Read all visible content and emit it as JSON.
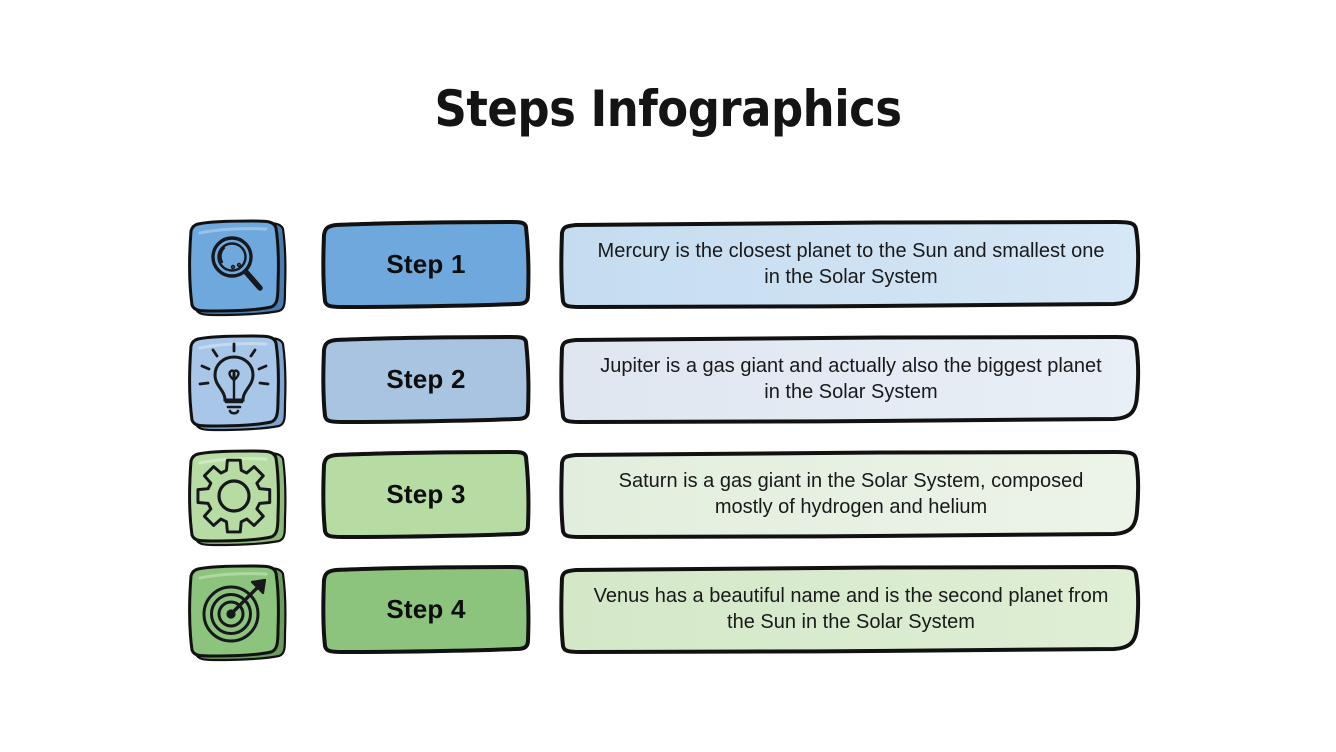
{
  "slide": {
    "title": "Steps Infographics",
    "background_color": "#FFFFFF"
  },
  "rows": [
    {
      "icon_name": "magnifier-icon",
      "icon_badge_color": "#6EA8DC",
      "icon_badge_shadow_color": "#3E6FA0",
      "step_label": "Step 1",
      "step_box_color": "#6FA8DC",
      "description": "Mercury is the closest planet to the Sun and smallest one in the Solar System",
      "description_box_color": "#C5DCF0",
      "description_box_color_end": "#D3E5F5"
    },
    {
      "icon_name": "lightbulb-icon",
      "icon_badge_color": "#A8C6E8",
      "icon_badge_shadow_color": "#6A94C4",
      "step_label": "Step 2",
      "step_box_color": "#A8C4E0",
      "description": "Jupiter is a gas giant and actually also the biggest planet in the Solar System",
      "description_box_color": "#DFE6F0",
      "description_box_color_end": "#E7EDF4"
    },
    {
      "icon_name": "gear-icon",
      "icon_badge_color": "#B6DCA4",
      "icon_badge_shadow_color": "#7EA86C",
      "step_label": "Step 3",
      "step_box_color": "#B6DCA4",
      "description": "Saturn is a gas giant in the Solar System, composed mostly of hydrogen and helium",
      "description_box_color": "#E2EEDD",
      "description_box_color_end": "#EAF2E6"
    },
    {
      "icon_name": "target-icon",
      "icon_badge_color": "#8CC47E",
      "icon_badge_shadow_color": "#5E9150",
      "step_label": "Step 4",
      "step_box_color": "#8CC47E",
      "description": "Venus has a beautiful name and is the second planet from the Sun in the Solar System",
      "description_box_color": "#D4E8C8",
      "description_box_color_end": "#DDEDD3"
    }
  ],
  "style": {
    "outline_color": "#111111",
    "text_color": "#19191B"
  }
}
